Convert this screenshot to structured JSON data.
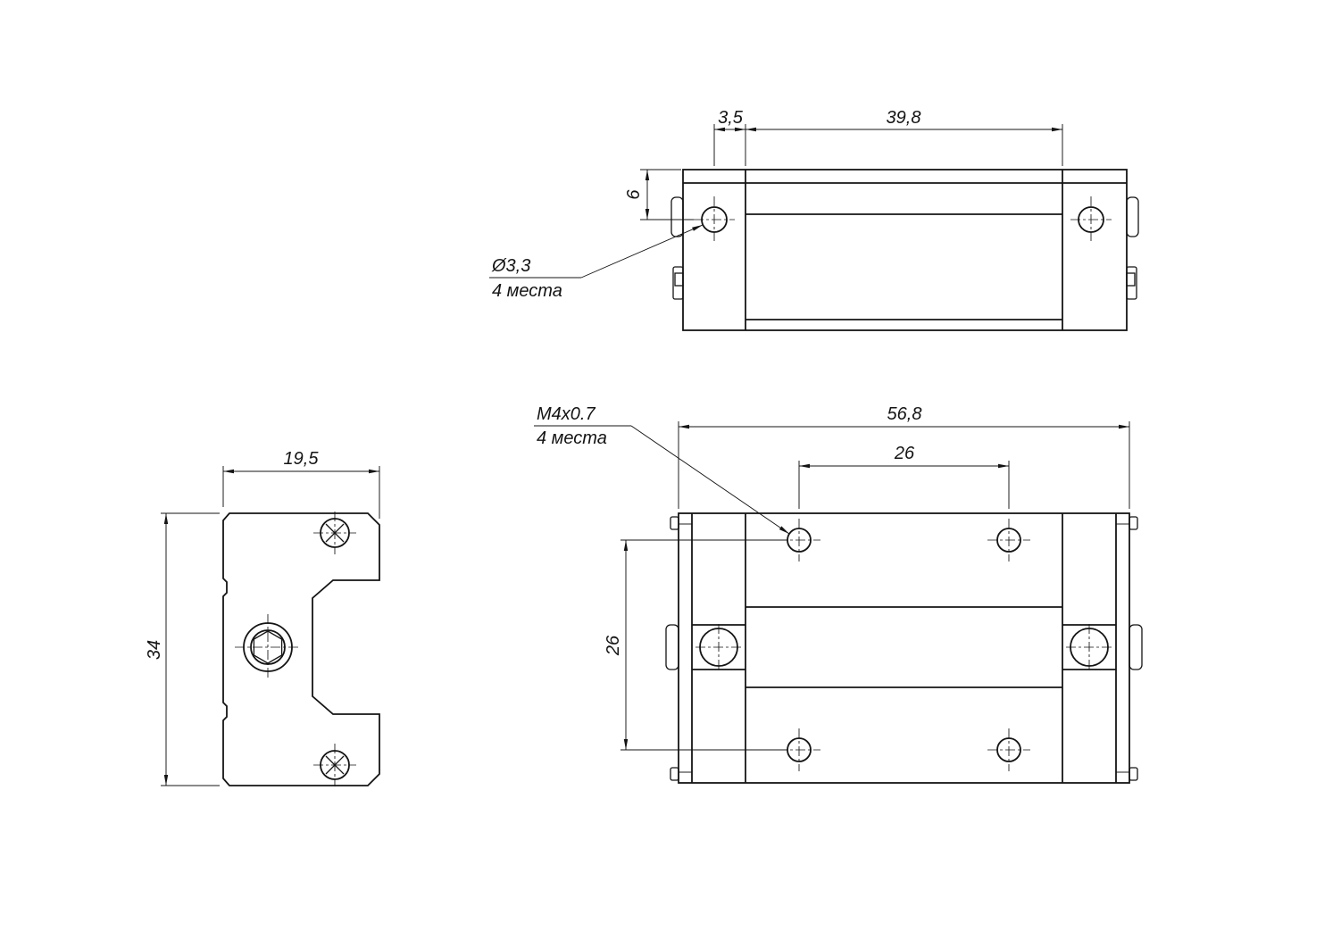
{
  "drawing": {
    "type": "technical-drawing",
    "subject": "linear-guide-carriage-block",
    "colors": {
      "line": "#141414",
      "background": "#ffffff"
    },
    "front_view": {
      "dim_hole_offset": "3,5",
      "dim_span": "39,8",
      "dim_edge_to_hole": "6",
      "hole_callout": {
        "line1": "Ø3,3",
        "line2": "4 места"
      }
    },
    "plan_view": {
      "dim_length": "56,8",
      "dim_hole_spacing_h": "26",
      "dim_hole_spacing_v": "26",
      "thread_callout": {
        "line1": "M4x0.7",
        "line2": "4 места"
      }
    },
    "side_view": {
      "dim_width": "19,5",
      "dim_height": "34"
    }
  }
}
